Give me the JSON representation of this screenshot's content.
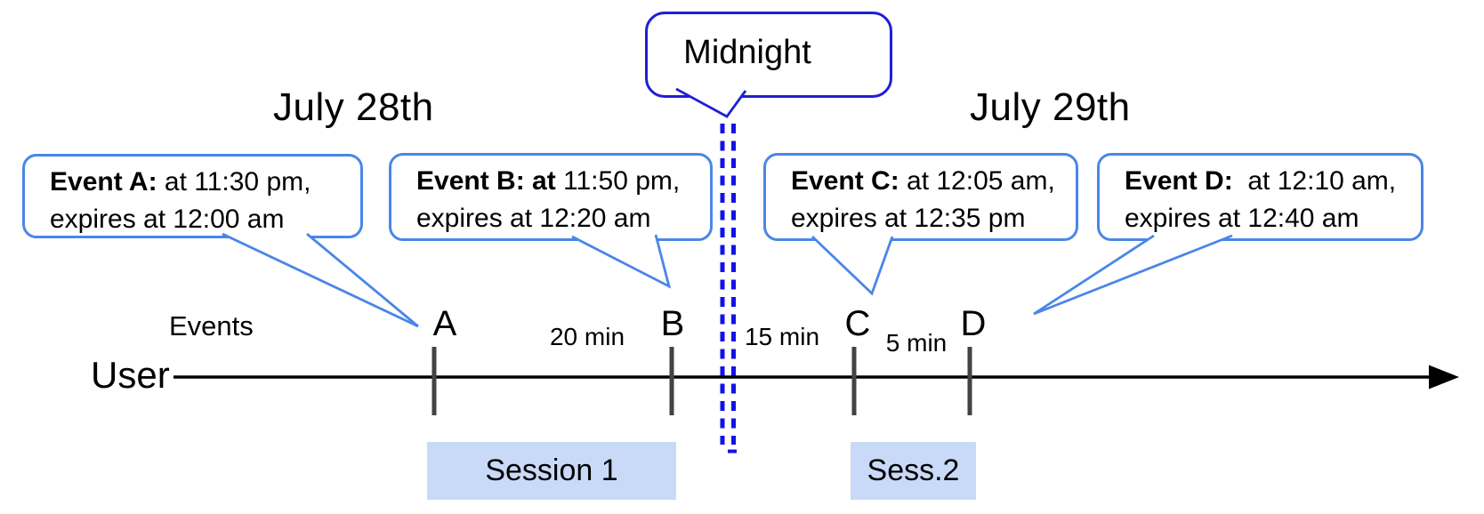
{
  "headers": {
    "left_date": "July 28th",
    "right_date": "July 29th"
  },
  "midnight": {
    "label": "Midnight"
  },
  "event_bubbles": [
    {
      "id": "A",
      "bold": "Event A:",
      "line1_rest": " at 11:30 pm,",
      "line2": "expires at 12:00 am"
    },
    {
      "id": "B",
      "bold": "Event B: at",
      "line1_rest": " 11:50 pm,",
      "line2": "expires at 12:20 am"
    },
    {
      "id": "C",
      "bold": "Event C:",
      "line1_rest": " at 12:05 am,",
      "line2": "expires at 12:35 pm"
    },
    {
      "id": "D",
      "bold": "Event D:",
      "line1_rest": "  at 12:10 am,",
      "line2": "expires at 12:40 am"
    }
  ],
  "timeline": {
    "axis_label": "User",
    "events_label": "Events",
    "event_marks": [
      "A",
      "B",
      "C",
      "D"
    ],
    "interval_labels": [
      "20 min",
      "15 min",
      "5 min"
    ]
  },
  "sessions": [
    {
      "label": "Session 1"
    },
    {
      "label": "Sess.2"
    }
  ],
  "colors": {
    "event_bubble_border": "#4a86e8",
    "midnight_border": "#1f1fd4",
    "dash_line": "#1212e6",
    "session_fill": "#c9daf8",
    "tick": "#434343",
    "timeline": "#000000"
  }
}
